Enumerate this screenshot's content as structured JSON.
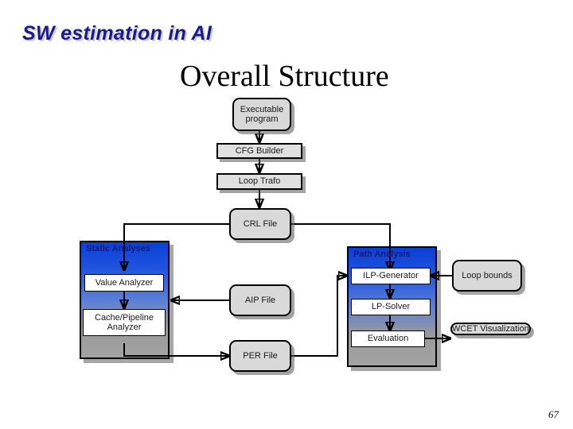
{
  "slide": {
    "title": "SW estimation in AI",
    "page_number": "67",
    "title_color": "#1a1a8c"
  },
  "figure": {
    "heading": "Overall Structure",
    "panel_gradient_top": "#0b3fd4",
    "panel_gradient_bottom": "#a3a3a3",
    "node_fill": "#d9d9d9",
    "process_fill": "#ffffff",
    "line_color": "#000000"
  },
  "nodes": {
    "executable_program": "Executable program",
    "cfg_builder": "CFG Builder",
    "loop_trafo": "Loop Trafo",
    "crl_file": "CRL File",
    "aip_file": "AIP File",
    "per_file": "PER File",
    "loop_bounds": "Loop bounds",
    "wcet_visualization": "WCET Visualization"
  },
  "panels": {
    "static_analyses": {
      "label": "Static Analyses",
      "steps": [
        "Value Analyzer",
        "Cache/Pipeline Analyzer"
      ]
    },
    "path_analysis": {
      "label": "Path Analysis",
      "steps": [
        "ILP-Generator",
        "LP-Solver",
        "Evaluation"
      ]
    }
  }
}
